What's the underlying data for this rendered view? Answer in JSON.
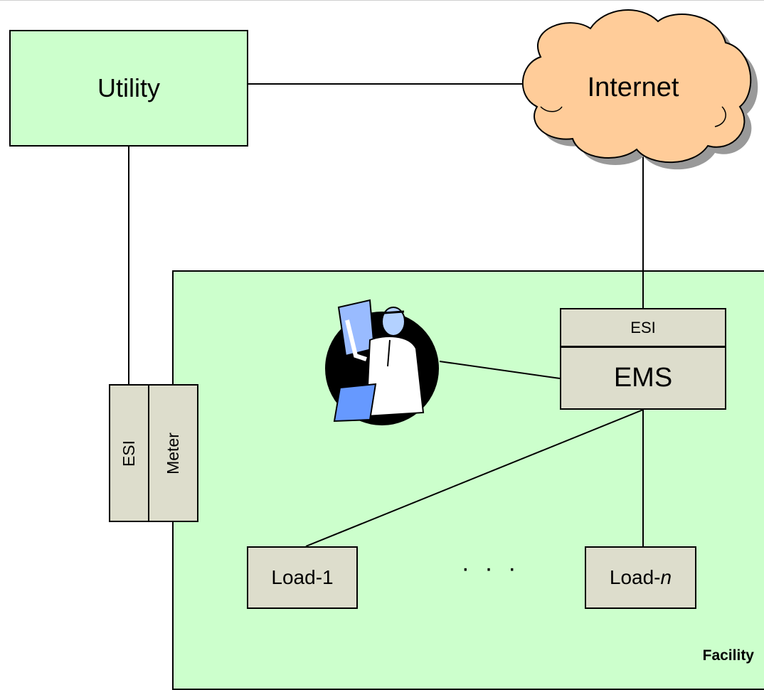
{
  "nodes": {
    "utility": "Utility",
    "internet": "Internet",
    "ems_esi": "ESI",
    "ems": "EMS",
    "meter_esi": "ESI",
    "meter": "Meter",
    "load_1": "Load-1",
    "load_n_prefix": "Load-",
    "load_n_suffix": "n",
    "ellipsis": "· · ·",
    "facility": "Facility"
  },
  "colors": {
    "facility_fill": "#ccffcc",
    "box_green": "#ccffcc",
    "box_tan": "#ddddcc",
    "cloud_fill": "#ffcc99",
    "cloud_shadow": "#999999"
  },
  "icons": {
    "operator": "person-with-laptop-icon"
  }
}
